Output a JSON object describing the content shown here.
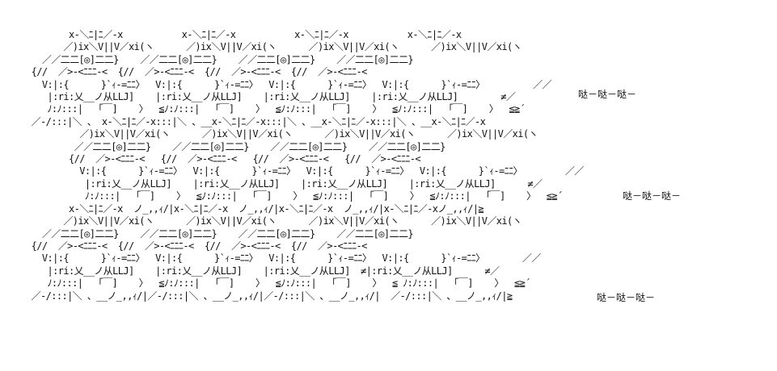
{
  "art": {
    "lines": [
      "        x-＼ﾆ|ﾆ／-x           x-＼ﾆ|ﾆ／-x           x-＼ﾆ|ﾆ／-x           x-＼ﾆ|ﾆ／-x",
      "       ／)ix＼V||V／xi(ヽ      ／)ix＼V||V／xi(ヽ      ／)ix＼V||V／xi(ヽ      ／)ix＼V||V／xi(ヽ",
      "   ／／二二[◎]二二}    ／／二二[◎]二二}    ／／二二[◎]二二}    ／／二二[◎]二二}",
      " {//  ／>-<ﾆﾆﾆ-<  {//  ／>-<ﾆﾆﾆ-<  {//  ／>-<ﾆﾆﾆ-<  {//  ／>-<ﾆﾆﾆ-<",
      "   V:|:{      }`ｨ-=ﾆﾆ〉  V:|:{      }`ｨ-=ﾆﾆ〉  V:|:{      }`ｨ-=ﾆﾆ〉  V:|:{      }`ｨ-=ﾆﾆ〉         ／／",
      "    |:ri:乂__ノ从LLJ]    |:ri:乂__ノ从LLJ]    |:ri:乂__ノ从LLJ]    |:ri:乂__ノ从LLJ]        ≠／",
      "    ﾉ:ﾉ:::|  「￣]    〉  ≦ﾉ:ﾉ:::|  「￣]    〉  ≦ﾉ:ﾉ:::|  「￣]    〉  ≦ﾉ:ﾉ:::|  「￣]    〉  ≦≧´",
      " ／-/:::|＼ 、 x-＼ﾆ|ﾆ／-x:::|＼ 、__x-＼ﾆ|ﾆ／-x:::|＼ 、__x-＼ﾆ|ﾆ／-x:::|＼ 、__x-＼ﾆ|ﾆ／-x",
      "          ／)ix＼V||V／xi(ヽ      ／)ix＼V||V／xi(ヽ      ／)ix＼V||V／xi(ヽ      ／)ix＼V||V／xi(ヽ",
      "         ／／二二[◎]二二}    ／／二二[◎]二二}    ／／二二[◎]二二}    ／／二二[◎]二二}",
      "        {//  ／>-<ﾆﾆﾆ-<   {//  ／>-<ﾆﾆﾆ-<   {//  ／>-<ﾆﾆﾆ-<   {//  ／>-<ﾆﾆﾆ-<",
      "          V:|:{      }`ｨ-=ﾆﾆ〉  V:|:{      }`ｨ-=ﾆﾆ〉  V:|:{      }`ｨ-=ﾆﾆ〉  V:|:{      }`ｨ-=ﾆﾆ〉        ／／",
      "           |:ri:乂__ノ从LLJ]    |:ri:乂__ノ从LLJ]    |:ri:乂__ノ从LLJ]    |:ri:乂__ノ从LLJ]      ≠／",
      "           ﾉ:ﾉ:::|  「￣]    〉  ≦ﾉ:ﾉ:::|  「￣]    〉  ≦ﾉ:ﾉ:::|  「￣]    〉  ≦ﾉ:ﾉ:::|  「￣]    〉  ≦≧´",
      "        x-＼ﾆ|ﾆ／-x  ノ_,,ｨ/|x-＼ﾆ|ﾆ／-x  ノ_,,ｨ/|x-＼ﾆ|ﾆ／-x  ノ_,,ｨ/|x-＼ﾆ|ﾆ／-xノ_,,ｨ/|≧",
      "       ／)ix＼V||V／xi(ヽ      ／)ix＼V||V／xi(ヽ      ／)ix＼V||V／xi(ヽ      ／)ix＼V||V／xi(ヽ",
      "   ／／二二[◎]二二}    ／／二二[◎]二二}    ／／二二[◎]二二}    ／／二二[◎]二二}",
      " {//  ／>-<ﾆﾆﾆ-<  {//  ／>-<ﾆﾆﾆ-<  {//  ／>-<ﾆﾆﾆ-<  {//  ／>-<ﾆﾆﾆ-<",
      "   V:|:{      }`ｨ-=ﾆﾆ〉  V:|:{      }`ｨ-=ﾆﾆ〉  V:|:{      }`ｨ-=ﾆﾆ〉  V:|:{      }`ｨ-=ﾆﾆ〉       ／／",
      "    |:ri:乂__ノ从LLJ]    |:ri:乂__ノ从LLJ]    |:ri:乂__ノ从LLJ]  ≠|:ri:乂__ノ从LLJ]      ≠／",
      "    ﾉ:ﾉ:::|  「￣]    〉  ≦ﾉ:ﾉ:::|  「￣]    〉  ≦ﾉ:ﾉ:::|  「￣]    〉  ≦ ﾉ:ﾉ:::|  「￣]    〉  ≦≧´",
      " ／-/:::|＼ 、__ノ_,,ｨ/|／-/:::|＼ 、__ノ_,,ｨ/|／-/:::|＼ 、__ノ_,,ｨ/|  ／-/:::|＼ 、__ノ_,,ｨ/|≧"
    ],
    "sounds": [
      "哒－哒－哒－",
      "哒－哒－哒－",
      "哒－哒－哒－"
    ]
  }
}
